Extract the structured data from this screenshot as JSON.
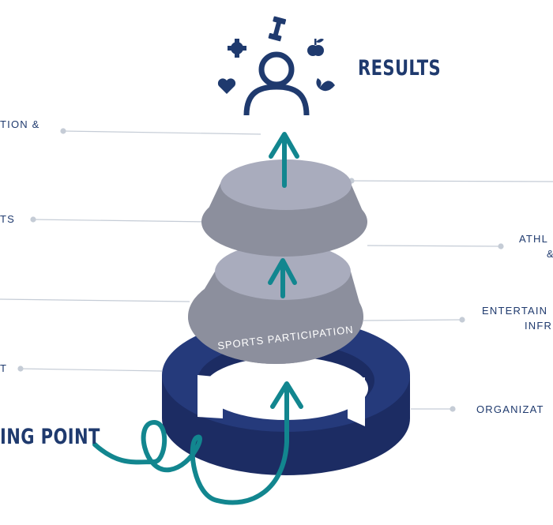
{
  "title": "RESULTS",
  "starting_point": "ING POINT",
  "ring_label": "SPORTS PARTICIPATION",
  "left_labels": [
    "TION &",
    "TS",
    "T"
  ],
  "right_labels": [
    "ATHL",
    "&",
    "ENTERTAIN",
    "INFR",
    "ORGANIZAT"
  ],
  "icons": [
    "dumbbell-icon",
    "gear-icon",
    "apple-icon",
    "heart-icon",
    "leaf-icon",
    "person-icon"
  ],
  "colors": {
    "navy": "#213570",
    "teal": "#12868f",
    "gray_top": "#a8abbd",
    "gray_side": "#8e919f",
    "leader": "#c5ccd6"
  }
}
